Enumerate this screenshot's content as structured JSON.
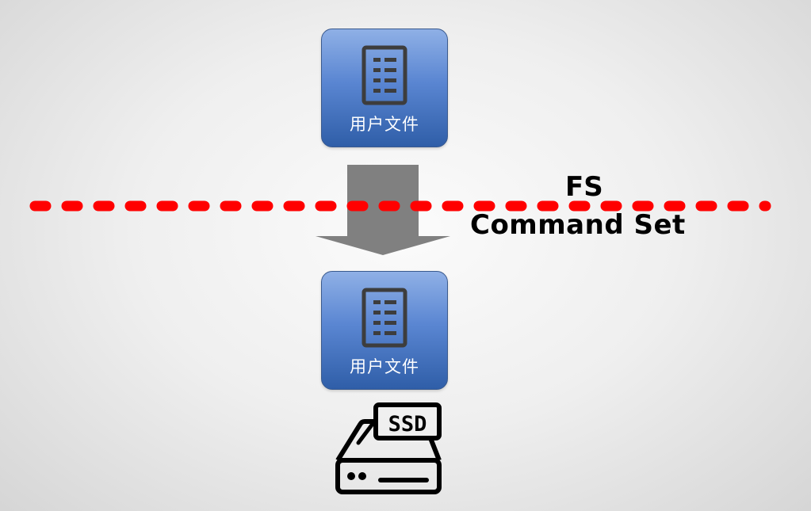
{
  "diagram": {
    "top_box": {
      "label": "用户文件",
      "icon": "document-list-icon"
    },
    "bottom_box": {
      "label": "用户文件",
      "icon": "document-list-icon"
    },
    "arrow": {
      "direction": "down",
      "color": "#808080"
    },
    "boundary_line": {
      "style": "dashed",
      "color": "#ff0000"
    },
    "upper_label": "FS",
    "lower_label": "Command Set",
    "device": {
      "icon": "ssd-drive-icon",
      "label": "SSD"
    }
  }
}
